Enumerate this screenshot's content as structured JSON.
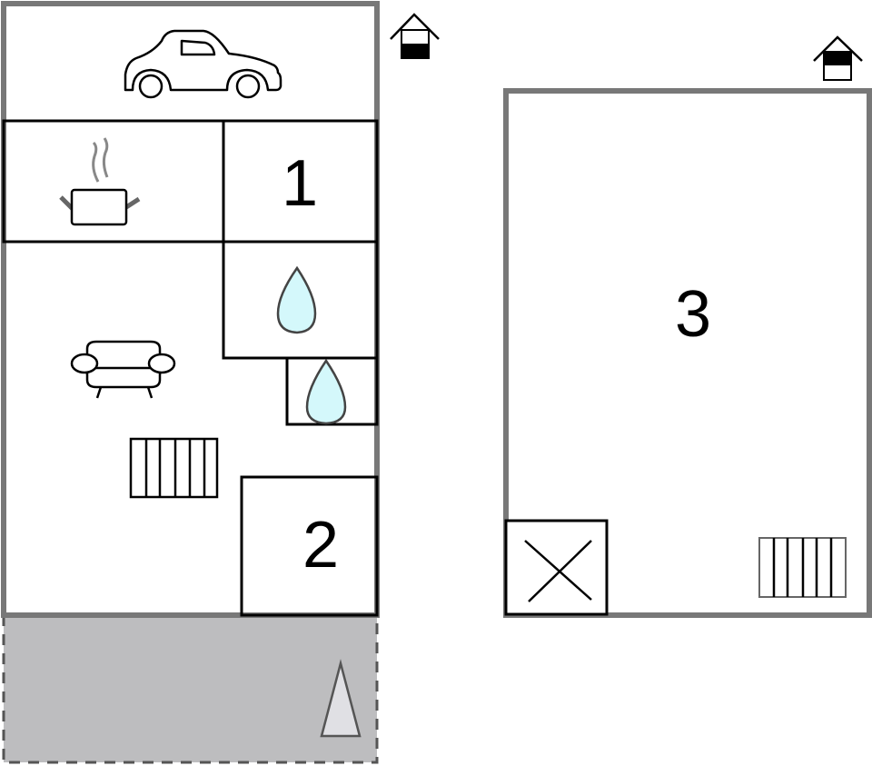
{
  "diagram": {
    "type": "floor-plan",
    "buildings": [
      {
        "id": "main-house",
        "rooms": [
          {
            "name": "garage",
            "icon": "car-icon"
          },
          {
            "name": "kitchen",
            "icon": "cooking-pot-icon"
          },
          {
            "name": "bedroom-1",
            "label": "1"
          },
          {
            "name": "bathroom",
            "icon": "water-drop-icon"
          },
          {
            "name": "wc",
            "icon": "water-drop-icon"
          },
          {
            "name": "living-room",
            "icons": [
              "sofa-icon",
              "radiator-icon"
            ]
          },
          {
            "name": "bedroom-2",
            "label": "2"
          },
          {
            "name": "terrace",
            "icon": "direction-marker-icon"
          }
        ],
        "entrance_icon": "house-entrance-icon"
      },
      {
        "id": "annex",
        "rooms": [
          {
            "name": "bedroom-3",
            "label": "3",
            "icons": [
              "stairs-icon",
              "radiator-icon"
            ]
          }
        ],
        "entrance_icon": "house-entrance-icon"
      }
    ],
    "labels": {
      "room1": "1",
      "room2": "2",
      "room3": "3"
    },
    "colors": {
      "outer_wall": "#787878",
      "inner_wall": "#000000",
      "water": "#d4f8fb",
      "terrace": "#bdbdbf",
      "marker_fill": "#e0e0e4",
      "marker_stroke": "#555555"
    }
  }
}
